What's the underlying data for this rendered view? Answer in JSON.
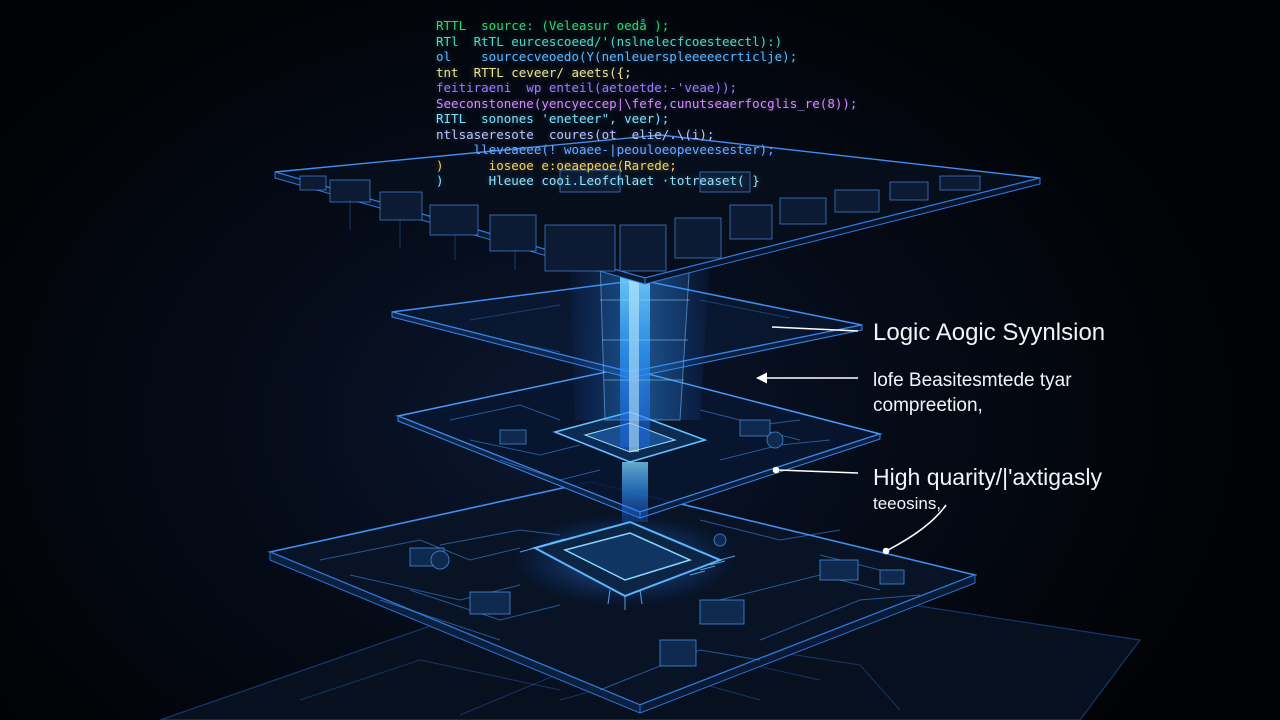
{
  "code_lines": [
    {
      "text": "RTTL  source: (Veleasur oedå );",
      "color": "#34d27a"
    },
    {
      "text": "RTl  RtTL eurcescoeed/'(nslnelecfcoesteectl):)",
      "color": "#4fd6c4"
    },
    {
      "text": "ol    sourcecveoedo(Y(nenleuerspleeeeecrticlje);",
      "color": "#5bb8ff"
    },
    {
      "text": "tnt  RTTL ceveer/ aeets({;",
      "color": "#e9e39a"
    },
    {
      "text": "feitiraeni  wp enteil(aetoetde:-'veae));",
      "color": "#9c7bff"
    },
    {
      "text": "Seeconstonene(yencyeccep|\\fefe,cunutseaerfocglis_re(8));",
      "color": "#d18cff"
    },
    {
      "text": "RITL  sonones 'eneteer\", veer);",
      "color": "#7fe0ff"
    },
    {
      "text": "ntlsaseresote  coures(ot  elie/.\\(i);",
      "color": "#b7c6ff"
    },
    {
      "text": "     lleveaeee(! woaee-|peouloeopeveesester);",
      "color": "#6ea8ff"
    },
    {
      "text": ")      ioseoe e:oeaepeoe(Rarede;",
      "color": "#f4d35e"
    },
    {
      "text": ")      Hleuee cooi.Leofchlaet ·totreaset( }",
      "color": "#8fe3ff"
    }
  ],
  "labels": {
    "synthesis": "Logic Aogic Syynlsion",
    "compression_1": "lofe  Beasitesmtede tyar",
    "compression_2": "compreetion,",
    "quality_1": "High quarity/|'axtigasly",
    "quality_2": "teeosins,"
  },
  "colors": {
    "accent_blue": "#2b8cff",
    "glow_cyan": "#55c8ff",
    "background": "#03060d",
    "label_text": "#f2f4f8"
  }
}
